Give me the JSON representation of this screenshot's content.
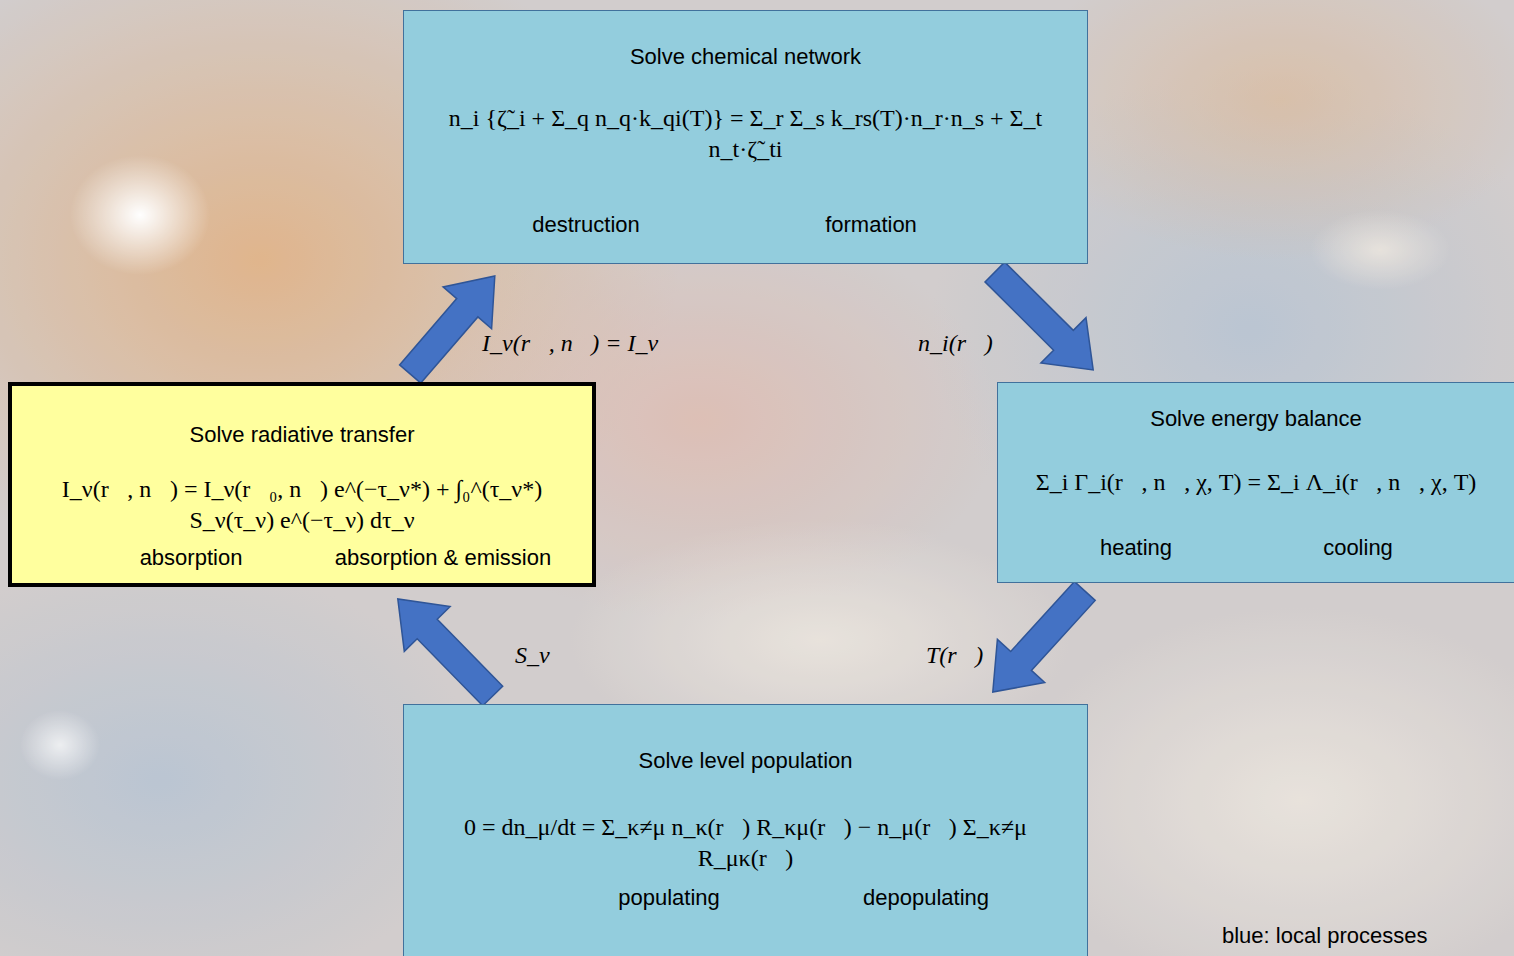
{
  "diagram": {
    "nodes": [
      {
        "text": [
          "Solve chemical network",
          "n_i {ζ̃_i + Σ_q n_q·k_qi(T)} = Σ_r Σ_s k_rs(T)·n_r·n_s + Σ_t n_t·ζ̃_ti",
          "destruction",
          "formation"
        ]
      },
      {
        "text": [
          "Solve radiative transfer",
          "I_ν(r⃗, n⃗) = I_ν(r⃗₀, n⃗) e^(−τ_ν*) + ∫₀^(τ_ν*) S_ν(τ_ν) e^(−τ_ν) dτ_ν",
          "absorption",
          "absorption & emission"
        ]
      },
      {
        "text": [
          "Solve energy balance",
          "Σ_i Γ_i(r⃗, n⃗, χ, T) = Σ_i Λ_i(r⃗, n⃗, χ, T)",
          "heating",
          "cooling"
        ]
      },
      {
        "text": [
          "Solve level population",
          "0 = dn_μ/dt = Σ_κ≠μ n_κ(r⃗) R_κμ(r⃗) − n_μ(r⃗) Σ_κ≠μ R_μκ(r⃗)",
          "populating",
          "depopulating"
        ]
      }
    ],
    "edges": [
      {
        "from": 1,
        "to": 0,
        "arrow": "to",
        "label": "I_ν(r⃗, n⃗) = I_ν"
      },
      {
        "from": 0,
        "to": 2,
        "arrow": "to",
        "label": "n_i(r⃗)"
      },
      {
        "from": 2,
        "to": 3,
        "arrow": "to",
        "label": "T(r⃗)"
      },
      {
        "from": 3,
        "to": 1,
        "arrow": "to",
        "label": "S_ν"
      }
    ],
    "labels": [
      "blue: local processes"
    ]
  }
}
